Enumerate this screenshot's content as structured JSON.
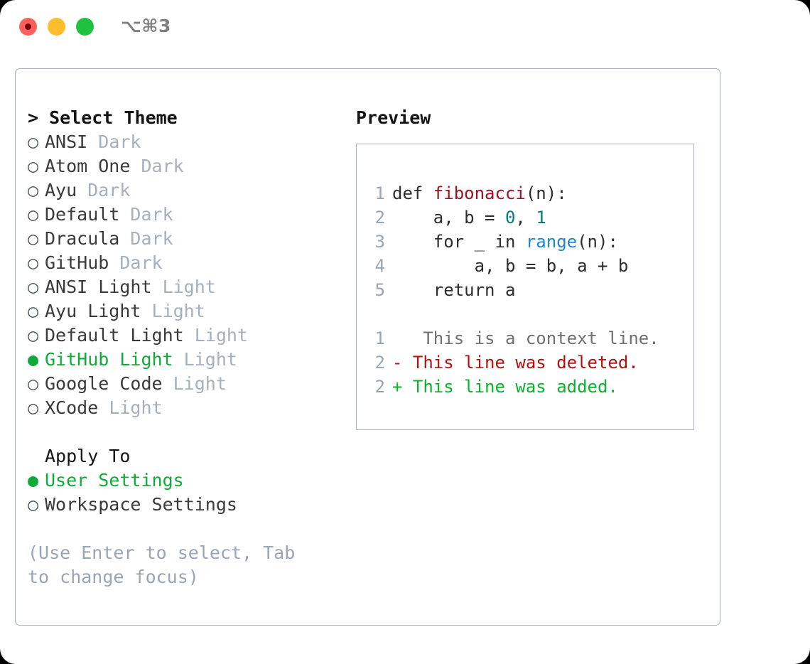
{
  "titlebar": {
    "shortcut": "⌥⌘3",
    "lights": [
      "close-red",
      "minimize-yellow",
      "maximize-green"
    ]
  },
  "left": {
    "heading": "> Select Theme",
    "marker_unselected": "○",
    "marker_selected": "●",
    "themes": [
      {
        "name": "ANSI",
        "kind": "Dark",
        "selected": false
      },
      {
        "name": "Atom One",
        "kind": "Dark",
        "selected": false
      },
      {
        "name": "Ayu",
        "kind": "Dark",
        "selected": false
      },
      {
        "name": "Default",
        "kind": "Dark",
        "selected": false
      },
      {
        "name": "Dracula",
        "kind": "Dark",
        "selected": false
      },
      {
        "name": "GitHub",
        "kind": "Dark",
        "selected": false
      },
      {
        "name": "ANSI Light",
        "kind": "Light",
        "selected": false
      },
      {
        "name": "Ayu Light",
        "kind": "Light",
        "selected": false
      },
      {
        "name": "Default Light",
        "kind": "Light",
        "selected": false
      },
      {
        "name": "GitHub Light",
        "kind": "Light",
        "selected": true
      },
      {
        "name": "Google Code",
        "kind": "Light",
        "selected": false
      },
      {
        "name": "XCode",
        "kind": "Light",
        "selected": false
      }
    ],
    "apply_to_heading": "Apply To",
    "apply_to": [
      {
        "name": "User Settings",
        "selected": true
      },
      {
        "name": "Workspace Settings",
        "selected": false
      }
    ],
    "hint": "(Use Enter to select, Tab to change focus)"
  },
  "right": {
    "title": "Preview",
    "code": [
      {
        "num": "1",
        "tokens": [
          {
            "t": "def ",
            "c": "plain"
          },
          {
            "t": "fibonacci",
            "c": "fn"
          },
          {
            "t": "(n):",
            "c": "plain"
          }
        ]
      },
      {
        "num": "2",
        "tokens": [
          {
            "t": "    a, b = ",
            "c": "plain"
          },
          {
            "t": "0",
            "c": "num"
          },
          {
            "t": ", ",
            "c": "plain"
          },
          {
            "t": "1",
            "c": "num"
          }
        ]
      },
      {
        "num": "3",
        "tokens": [
          {
            "t": "    for _ in ",
            "c": "plain"
          },
          {
            "t": "range",
            "c": "call"
          },
          {
            "t": "(n):",
            "c": "plain"
          }
        ]
      },
      {
        "num": "4",
        "tokens": [
          {
            "t": "        a, b = b, a + b",
            "c": "plain"
          }
        ]
      },
      {
        "num": "5",
        "tokens": [
          {
            "t": "    return a",
            "c": "plain"
          }
        ]
      }
    ],
    "diff": [
      {
        "num": "1",
        "marker": " ",
        "text": "  This is a context line.",
        "kind": "ctx"
      },
      {
        "num": "2",
        "marker": "-",
        "text": " This line was deleted.",
        "kind": "del"
      },
      {
        "num": "2",
        "marker": "+",
        "text": " This line was added.",
        "kind": "add"
      }
    ]
  },
  "colors": {
    "accent_green": "#0eab38",
    "muted": "#a6b0bd",
    "border": "#a8b2c1",
    "fn_red": "#a0111f",
    "num_teal": "#0a7b7b",
    "call_blue": "#1c8ac9",
    "diff_del": "#b41111",
    "diff_add": "#0ab32c"
  }
}
